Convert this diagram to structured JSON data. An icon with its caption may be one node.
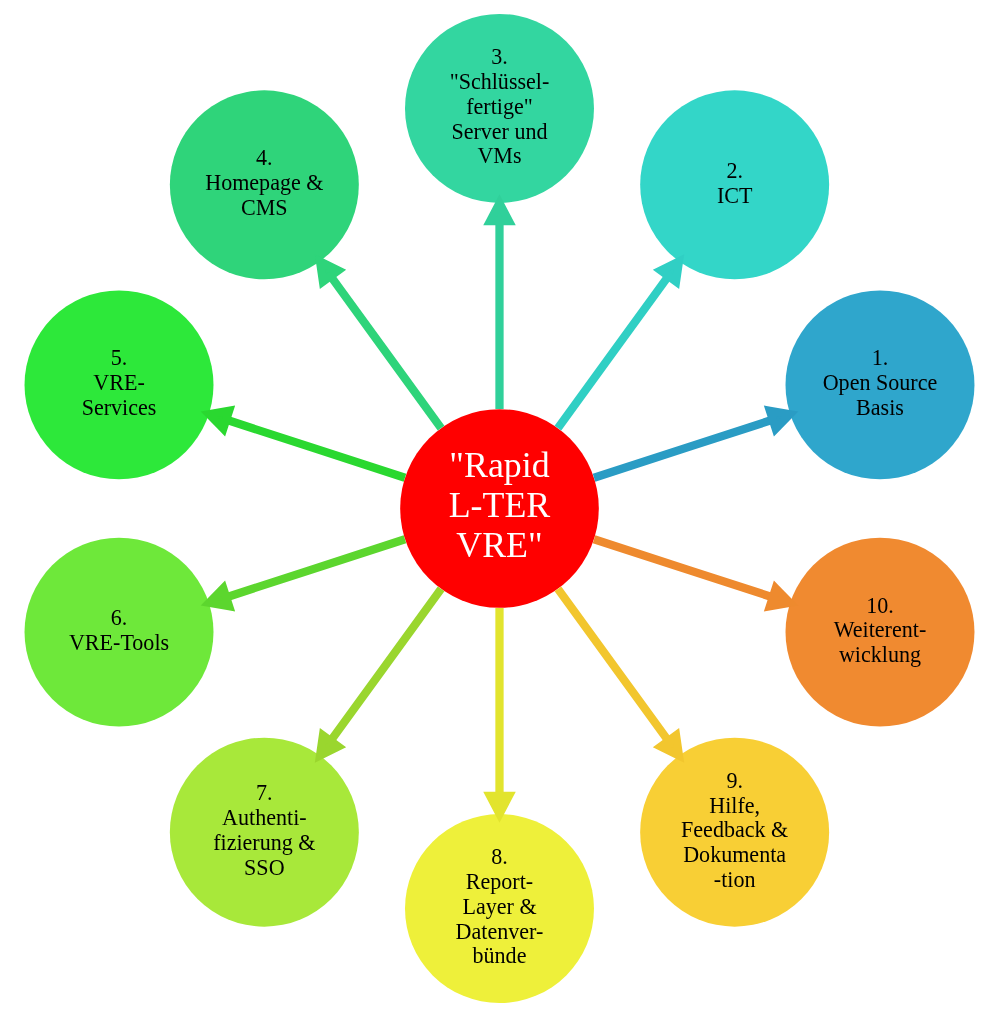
{
  "diagram": {
    "nodes": [
      {
        "text": [
          "\"Rapid L-TER VRE\""
        ]
      },
      {
        "text": [
          "1.",
          "Open Source Basis"
        ]
      },
      {
        "text": [
          "2.",
          "ICT"
        ]
      },
      {
        "text": [
          "3.",
          "\"Schlüssel- fertige\" Server und VMs"
        ]
      },
      {
        "text": [
          "4.",
          "Homepage & CMS"
        ]
      },
      {
        "text": [
          "5.",
          "VRE- Services"
        ]
      },
      {
        "text": [
          "6.",
          "VRE-Tools"
        ]
      },
      {
        "text": [
          "7.",
          "Authenti- fizierung & SSO"
        ]
      },
      {
        "text": [
          "8.",
          "Report- Layer & Datenver- bünde"
        ]
      },
      {
        "text": [
          "9.",
          "Hilfe, Feedback & Dokumenta -tion"
        ]
      },
      {
        "text": [
          "10.",
          "Weiterent- wicklung"
        ]
      }
    ],
    "edges": [
      {
        "from": 0,
        "to": 1,
        "arrow": "to",
        "color": "#2a9cc4"
      },
      {
        "from": 0,
        "to": 2,
        "arrow": "to",
        "color": "#30cfc4"
      },
      {
        "from": 0,
        "to": 3,
        "arrow": "to",
        "color": "#30d09a"
      },
      {
        "from": 0,
        "to": 4,
        "arrow": "to",
        "color": "#2ed47a"
      },
      {
        "from": 0,
        "to": 5,
        "arrow": "to",
        "color": "#2ad830"
      },
      {
        "from": 0,
        "to": 6,
        "arrow": "to",
        "color": "#5cd62e"
      },
      {
        "from": 0,
        "to": 7,
        "arrow": "to",
        "color": "#9ad62e"
      },
      {
        "from": 0,
        "to": 8,
        "arrow": "to",
        "color": "#e2e42e"
      },
      {
        "from": 0,
        "to": 9,
        "arrow": "to",
        "color": "#f2c62e"
      },
      {
        "from": 0,
        "to": 10,
        "arrow": "to",
        "color": "#ee8a2e"
      }
    ]
  }
}
